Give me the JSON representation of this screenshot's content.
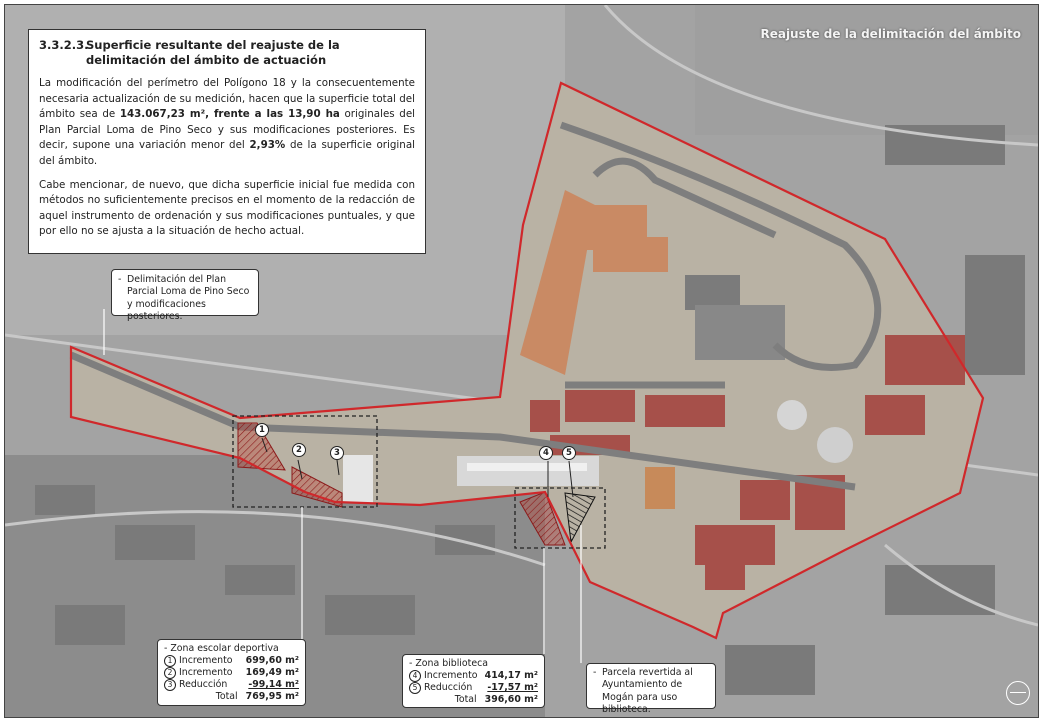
{
  "map_title": "Reajuste de la delimitación del ámbito",
  "info": {
    "heading_num": "3.3.2.3.",
    "heading_text": "Superficie resultante del reajuste de la delimitación del ámbito de actuación",
    "p1_a": "La modificación del perímetro del Polígono 18 y la consecuentemente necesaria actualización de su medición, hacen que la superficie total del ámbito sea de ",
    "p1_b": "143.067,23 m², frente a las 13,90 ha",
    "p1_c": " originales del Plan Parcial Loma de Pino Seco y sus modificaciones posteriores. Es decir, supone una variación menor del ",
    "p1_d": "2,93%",
    "p1_e": " de la superficie original del ámbito.",
    "p2": "Cabe mencionar, de nuevo, que dicha superficie inicial fue medida con métodos no suficientemente precisos en el momento de la redacción de aquel instrumento de ordenación y sus modificaciones puntuales, y que por ello no se ajusta a la situación de hecho actual."
  },
  "plan_callout": {
    "dash": "-",
    "text": "Delimitación del Plan Parcial Loma de Pino Seco y modificaciones posteriores."
  },
  "zona_escolar": {
    "title": "- Zona escolar deportiva",
    "rows": [
      {
        "num": "1",
        "label": "Incremento",
        "value": "699,60 m²"
      },
      {
        "num": "2",
        "label": "Incremento",
        "value": "169,49 m²"
      },
      {
        "num": "3",
        "label": "Reducción",
        "value": "-99,14 m²"
      }
    ],
    "total_label": "Total",
    "total_value": "769,95 m²"
  },
  "zona_biblioteca": {
    "title": "- Zona biblioteca",
    "rows": [
      {
        "num": "4",
        "label": "Incremento",
        "value": "414,17 m²"
      },
      {
        "num": "5",
        "label": "Reducción",
        "value": "-17,57 m²"
      }
    ],
    "total_label": "Total",
    "total_value": "396,60 m²"
  },
  "parcela_callout": {
    "dash": "-",
    "text": "Parcela revertida al Ayuntamiento de Mogán para uso biblioteca."
  },
  "markers": [
    "1",
    "2",
    "3",
    "4",
    "5"
  ],
  "colors": {
    "boundary": "#d0282b",
    "hatch": "#c0392b",
    "dashed": "#222222"
  }
}
